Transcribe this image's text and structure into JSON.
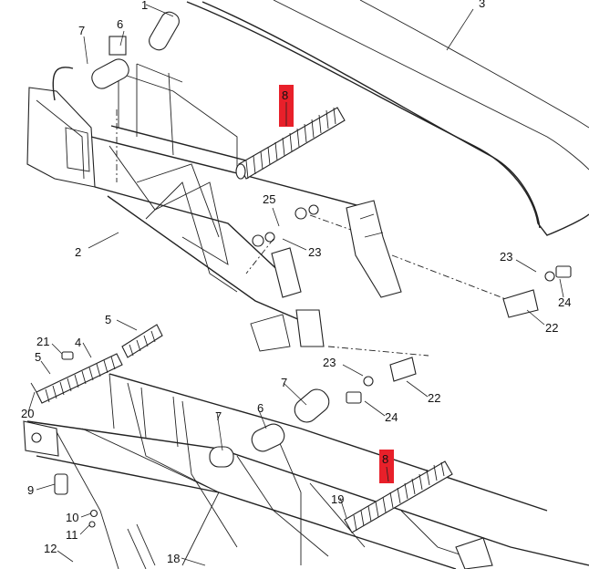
{
  "diagram": {
    "callouts": {
      "c1": "1",
      "c2": "2",
      "c3": "3",
      "c4": "4",
      "c5a": "5",
      "c5b": "5",
      "c6a": "6",
      "c6b": "6",
      "c7a": "7",
      "c7b": "7",
      "c7c": "7",
      "c8a": "8",
      "c8b": "8",
      "c9": "9",
      "c10": "10",
      "c11": "11",
      "c12": "12",
      "c18": "18",
      "c19": "19",
      "c20": "20",
      "c21": "21",
      "c22a": "22",
      "c22b": "22",
      "c23a": "23",
      "c23b": "23",
      "c23c": "23",
      "c24a": "24",
      "c24b": "24",
      "c25": "25"
    },
    "highlight_color": "#e8202a"
  }
}
